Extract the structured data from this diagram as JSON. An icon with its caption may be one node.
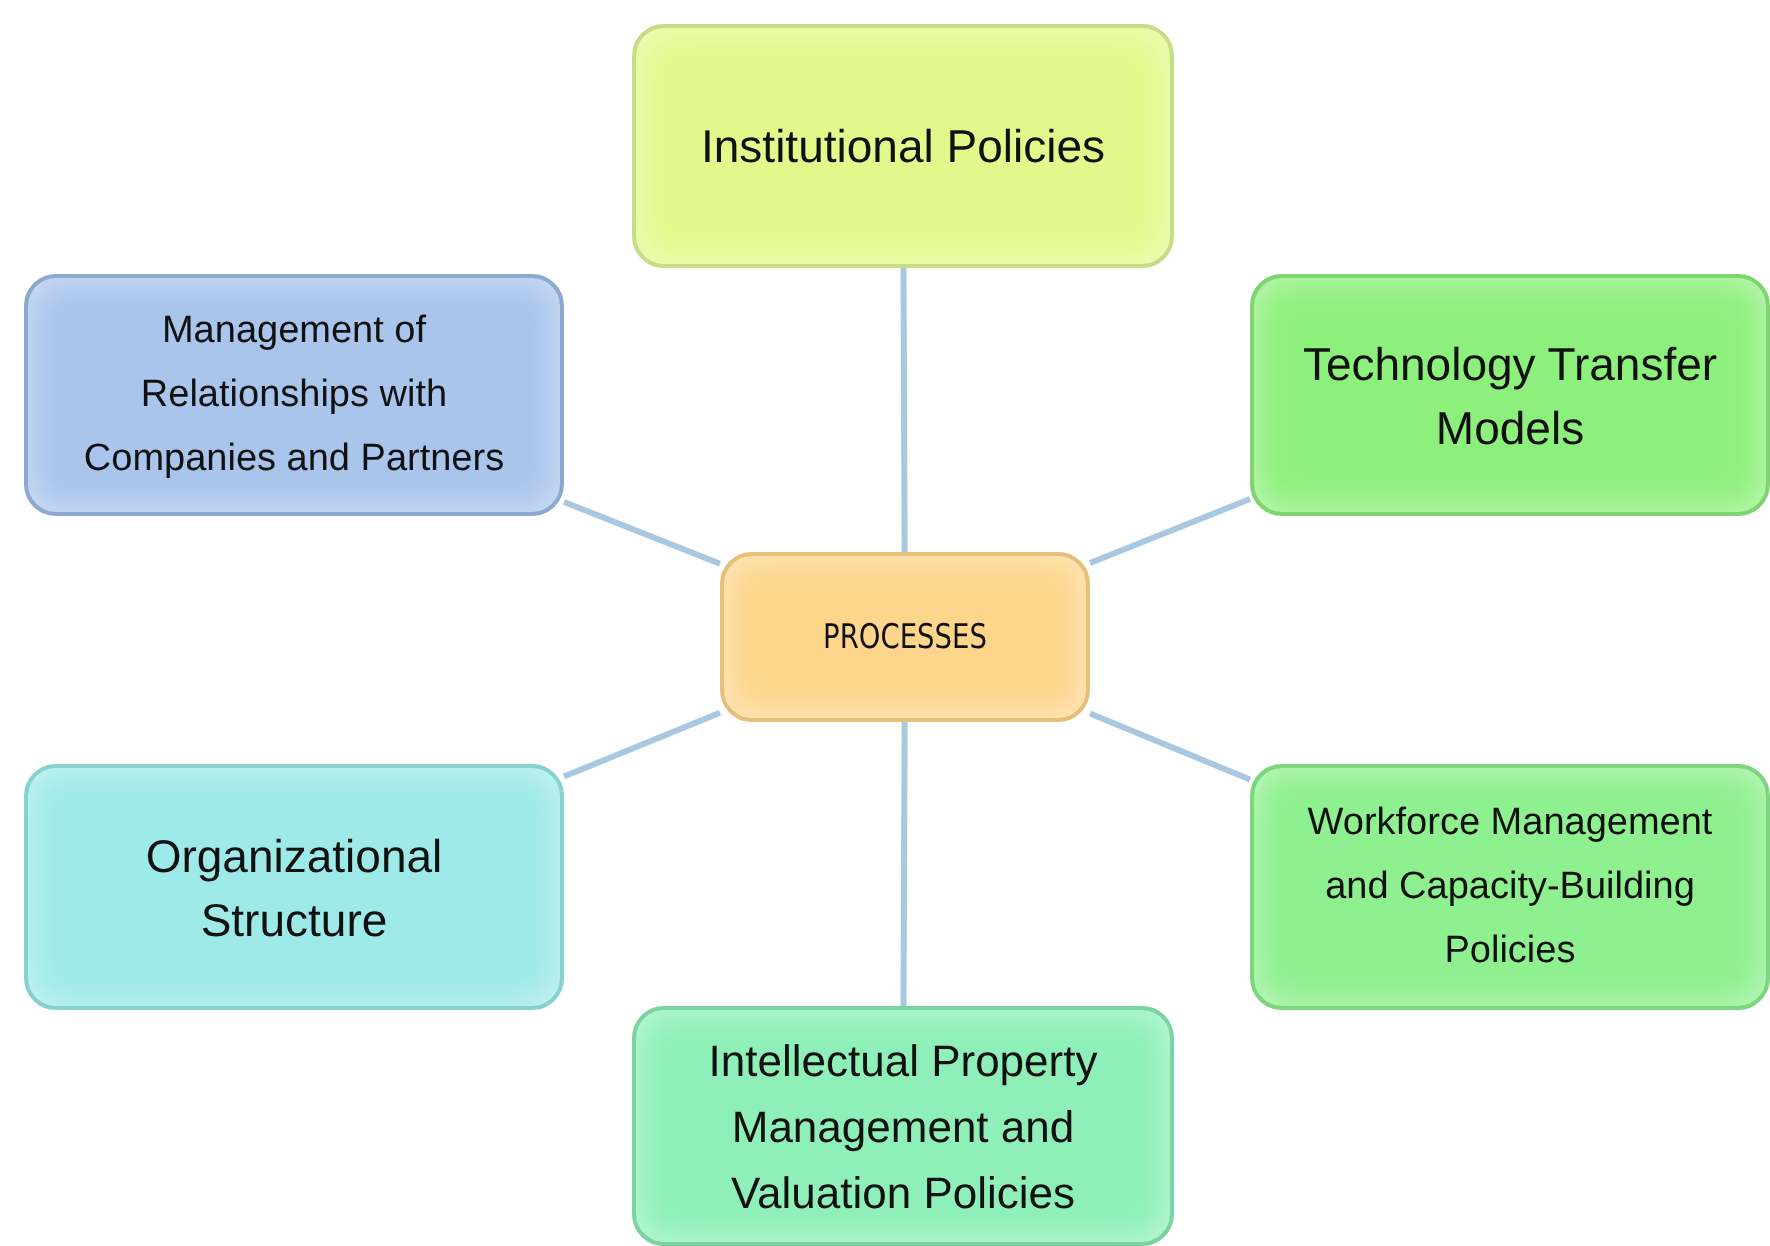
{
  "diagram": {
    "nodes": [
      {
        "text": [
          "Institutional Policies"
        ]
      },
      {
        "text": [
          "Management of Relationships with Companies and Partners"
        ]
      },
      {
        "text": [
          "Technology Transfer Models"
        ]
      },
      {
        "text": [
          "PROCESSES"
        ]
      },
      {
        "text": [
          "Organizational Structure"
        ]
      },
      {
        "text": [
          "Workforce Management and Capacity-Building Policies"
        ]
      },
      {
        "text": [
          "Intellectual Property Management and Valuation Policies"
        ]
      }
    ],
    "edges": [
      {
        "from": 3,
        "to": 0,
        "arrow": "none"
      },
      {
        "from": 3,
        "to": 2,
        "arrow": "none"
      },
      {
        "from": 3,
        "to": 5,
        "arrow": "none"
      },
      {
        "from": 3,
        "to": 6,
        "arrow": "none"
      },
      {
        "from": 3,
        "to": 4,
        "arrow": "none"
      },
      {
        "from": 3,
        "to": 1,
        "arrow": "none"
      }
    ]
  }
}
